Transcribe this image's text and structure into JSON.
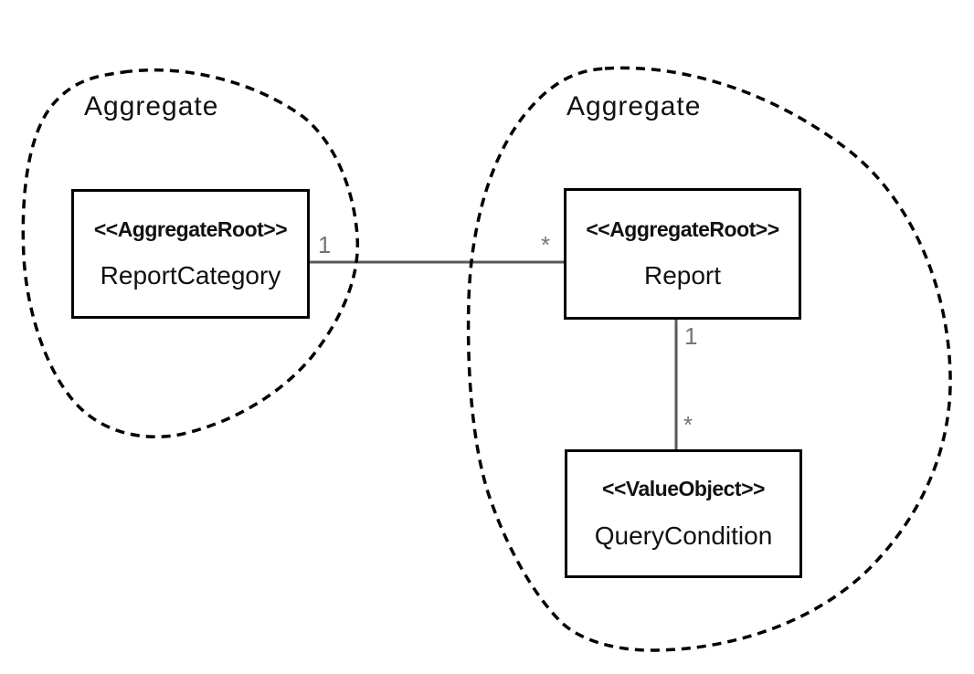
{
  "diagram": {
    "type": "uml-aggregate-diagram",
    "aggregates": [
      {
        "label": "Aggregate",
        "classes": [
          {
            "stereotype": "<<AggregateRoot>>",
            "name": "ReportCategory"
          }
        ]
      },
      {
        "label": "Aggregate",
        "classes": [
          {
            "stereotype": "<<AggregateRoot>>",
            "name": "Report"
          },
          {
            "stereotype": "<<ValueObject>>",
            "name": "QueryCondition"
          }
        ]
      }
    ],
    "associations": [
      {
        "from": "ReportCategory",
        "to": "Report",
        "from_multiplicity": "1",
        "to_multiplicity": "*"
      },
      {
        "from": "Report",
        "to": "QueryCondition",
        "from_multiplicity": "1",
        "to_multiplicity": "*"
      }
    ],
    "colors": {
      "background": "#ffffff",
      "box_border": "#000000",
      "boundary_dash": "#000000",
      "association_line": "#595959",
      "multiplicity_text": "#757575",
      "text": "#111111"
    }
  }
}
